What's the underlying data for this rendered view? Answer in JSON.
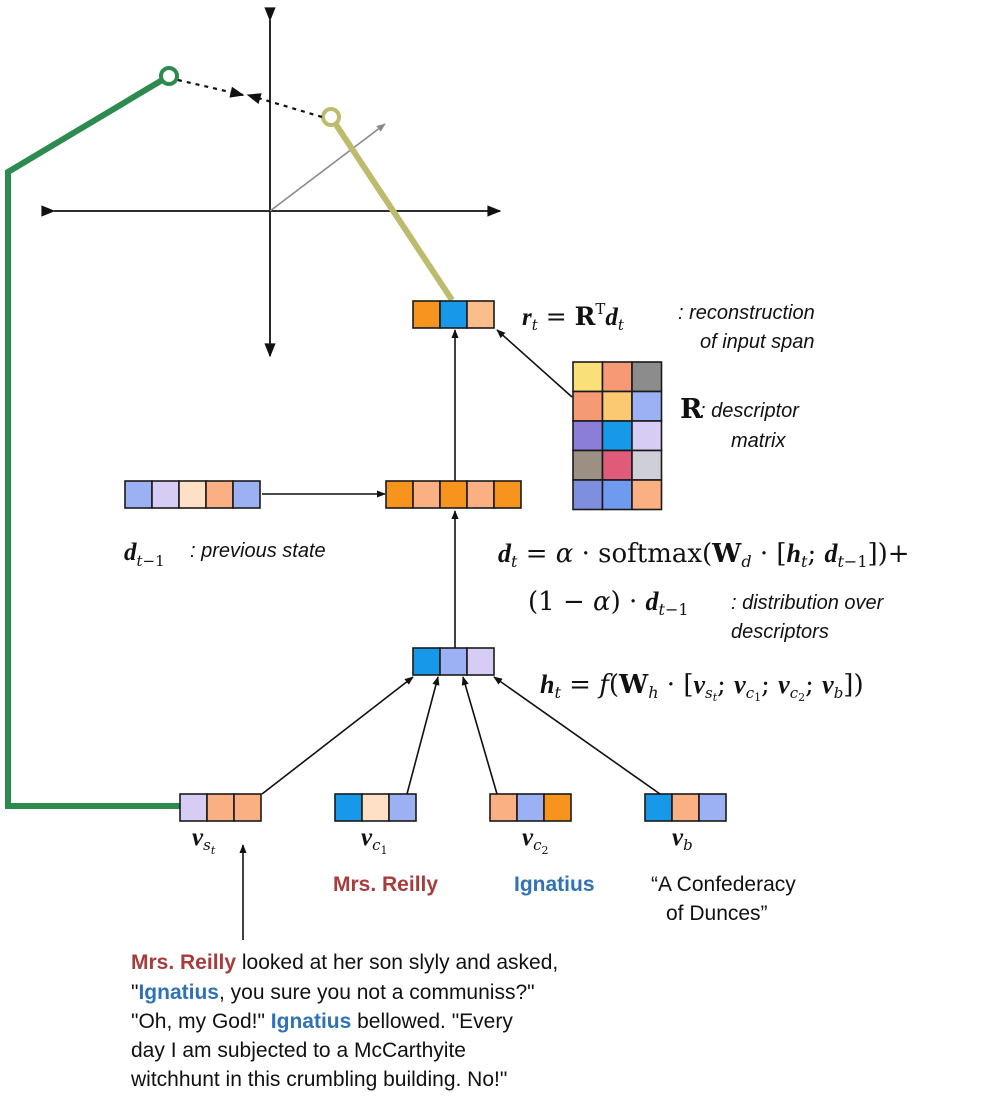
{
  "colors": {
    "green_path": "#2e8b4f",
    "olive_path": "#bdbb6e",
    "red_name": "#a83c3c",
    "blue_name": "#2f72b5",
    "arrow": "#111111",
    "gray_arrow": "#8a8a8a"
  },
  "vectors": {
    "r_t": [
      "#f7941d",
      "#1898e8",
      "#fbbd8a"
    ],
    "d_prev": [
      "#9bb1f3",
      "#d6ccf4",
      "#fde0c6",
      "#fbb084",
      "#9bb1f3"
    ],
    "d_t": [
      "#f7941d",
      "#fbb084",
      "#f7941d",
      "#fbb084",
      "#f7941d"
    ],
    "h_t": [
      "#1898e8",
      "#9bb1f3",
      "#d6ccf4"
    ],
    "v_st": [
      "#d6ccf4",
      "#fbb084",
      "#fbb084"
    ],
    "v_c1": [
      "#1898e8",
      "#fde0c6",
      "#9bb1f3"
    ],
    "v_c2": [
      "#fbb084",
      "#9bb1f3",
      "#f7941d"
    ],
    "v_b": [
      "#1898e8",
      "#fbb084",
      "#9bb1f3"
    ]
  },
  "descriptor_matrix": [
    [
      "#fbe07a",
      "#f59a74",
      "#8c8c8c"
    ],
    [
      "#f59a74",
      "#fbc972",
      "#9bb1f3"
    ],
    [
      "#8a7ed8",
      "#1898e8",
      "#d6ccf4"
    ],
    [
      "#9c8f84",
      "#e05a7a",
      "#cfcfd8"
    ],
    [
      "#7f8fe0",
      "#6f9af0",
      "#fbb084"
    ]
  ],
  "labels": {
    "r_eq": "r_t = R^T d_t",
    "r_desc_1": ": reconstruction",
    "r_desc_2": "of input span",
    "R_symbol": "R",
    "R_desc_1": ": descriptor",
    "R_desc_2": "matrix",
    "d_prev_desc": ": previous state",
    "d_eq_1": "d_t = α · softmax(W_d · [h_t; d_t−1])+",
    "d_eq_2": "(1 − α) · d_t−1",
    "d_desc_1": ": distribution over",
    "d_desc_2": "descriptors",
    "h_eq": "h_t = f(W_h · [v_st; v_c1; v_c2; v_b])",
    "c1_name": "Mrs. Reilly",
    "c2_name": "Ignatius",
    "book_1": "“A Confederacy",
    "book_2": "of Dunces”"
  },
  "passage": {
    "line1_name": "Mrs. Reilly",
    "line1_rest": " looked at her son slyly and asked,",
    "line2_pre": "\"",
    "line2_name": "Ignatius",
    "line2_rest": ", you sure you not a communiss?\"",
    "line3_pre": "\"Oh, my God!\" ",
    "line3_name": "Ignatius",
    "line3_rest": " bellowed. \"Every",
    "line4": "day I am subjected to a McCarthyite",
    "line5": "witchhunt in this crumbling building. No!\""
  }
}
